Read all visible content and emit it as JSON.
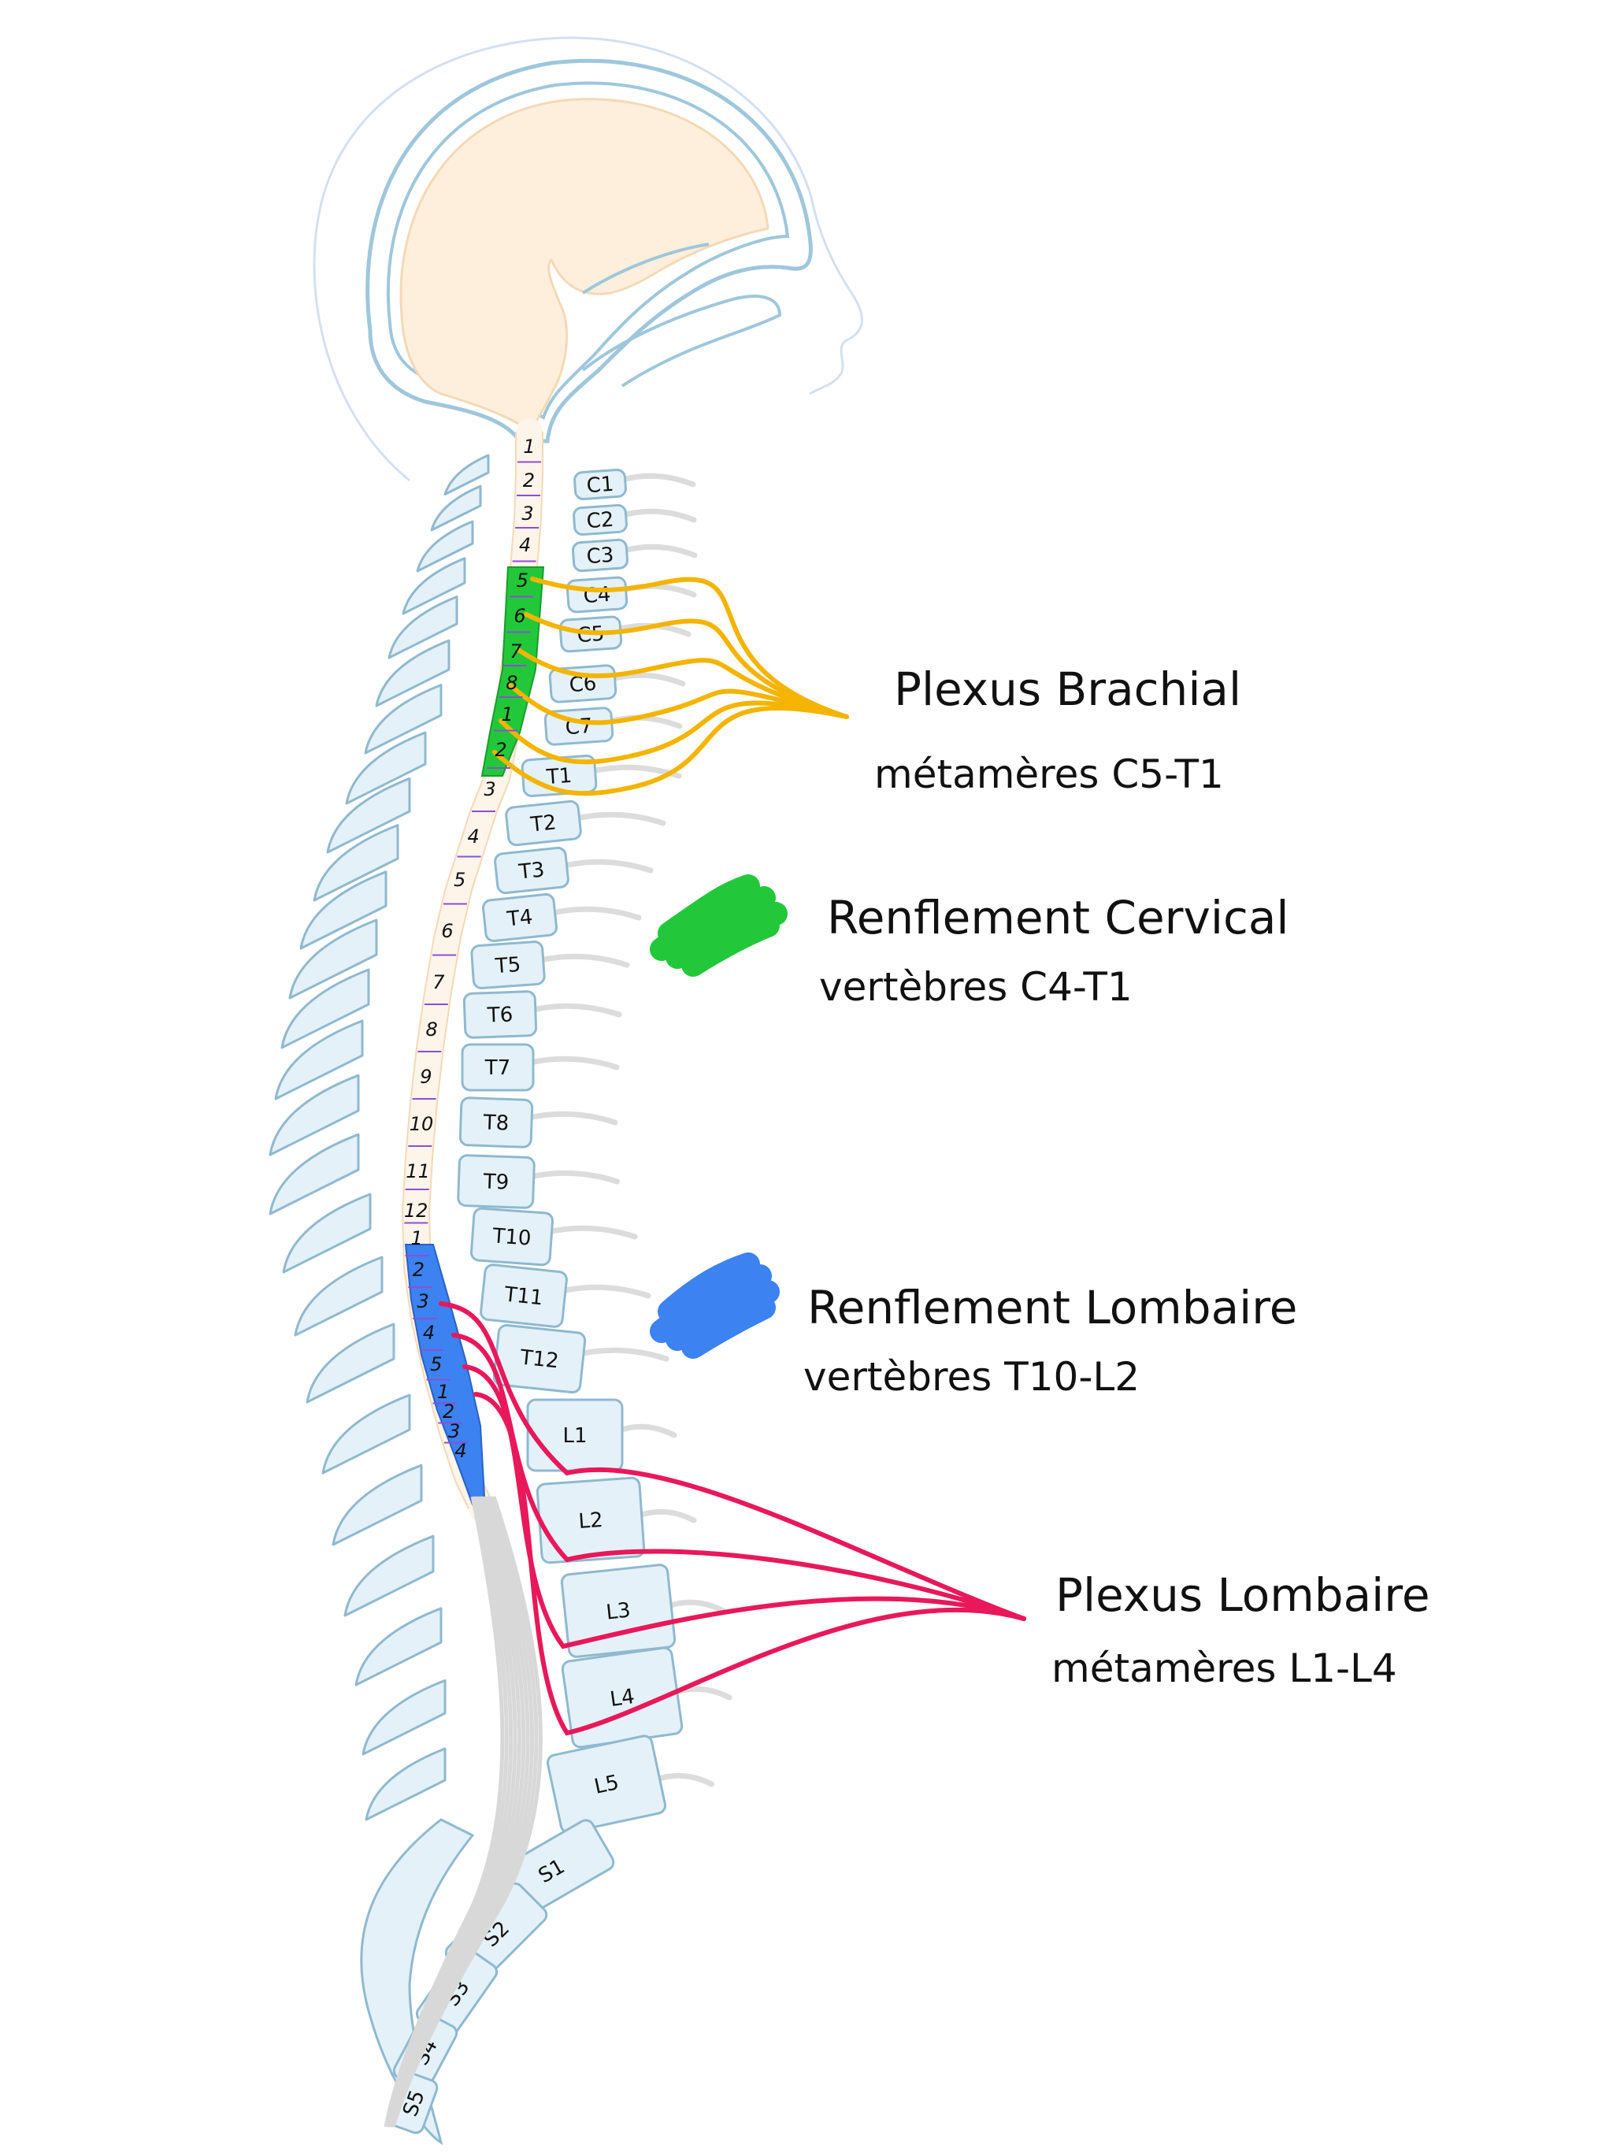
{
  "cord_segments": [
    {
      "label": "1",
      "group": "cervical"
    },
    {
      "label": "2",
      "group": "cervical"
    },
    {
      "label": "3",
      "group": "cervical"
    },
    {
      "label": "4",
      "group": "cervical"
    },
    {
      "label": "5",
      "group": "cervical"
    },
    {
      "label": "6",
      "group": "cervical"
    },
    {
      "label": "7",
      "group": "cervical"
    },
    {
      "label": "8",
      "group": "cervical"
    },
    {
      "label": "1",
      "group": "thoracic"
    },
    {
      "label": "2",
      "group": "thoracic"
    },
    {
      "label": "3",
      "group": "thoracic"
    },
    {
      "label": "4",
      "group": "thoracic"
    },
    {
      "label": "5",
      "group": "thoracic"
    },
    {
      "label": "6",
      "group": "thoracic"
    },
    {
      "label": "7",
      "group": "thoracic"
    },
    {
      "label": "8",
      "group": "thoracic"
    },
    {
      "label": "9",
      "group": "thoracic"
    },
    {
      "label": "10",
      "group": "thoracic"
    },
    {
      "label": "11",
      "group": "thoracic"
    },
    {
      "label": "12",
      "group": "thoracic"
    },
    {
      "label": "1",
      "group": "lumbar"
    },
    {
      "label": "2",
      "group": "lumbar"
    },
    {
      "label": "3",
      "group": "lumbar"
    },
    {
      "label": "4",
      "group": "lumbar"
    },
    {
      "label": "5",
      "group": "lumbar"
    },
    {
      "label": "1",
      "group": "sacral"
    },
    {
      "label": "2",
      "group": "sacral"
    },
    {
      "label": "3",
      "group": "sacral"
    },
    {
      "label": "4",
      "group": "sacral"
    }
  ],
  "vertebrae": [
    "C1",
    "C2",
    "C3",
    "C4",
    "C5",
    "C6",
    "C7",
    "T1",
    "T2",
    "T3",
    "T4",
    "T5",
    "T6",
    "T7",
    "T8",
    "T9",
    "T10",
    "T11",
    "T12",
    "L1",
    "L2",
    "L3",
    "L4",
    "L5",
    "S1",
    "S2",
    "S3",
    "S4",
    "S5"
  ],
  "callouts": {
    "plexus_brachial": {
      "title": "Plexus Brachial",
      "subtitle": "métamères C5-T1"
    },
    "renflement_cervical": {
      "title": "Renflement Cervical",
      "subtitle": "vertèbres C4-T1"
    },
    "renflement_lombaire": {
      "title": "Renflement Lombaire",
      "subtitle": "vertèbres T10-L2"
    },
    "plexus_lombaire": {
      "title": "Plexus Lombaire",
      "subtitle": "métamères L1-L4"
    }
  },
  "colors": {
    "cervical_enlargement": "#22c83a",
    "lumbar_enlargement": "#3c82f0",
    "brachial_plexus": "#f4b400",
    "lumbar_plexus": "#e8185a",
    "bone_fill": "#e4f1f8",
    "bone_stroke": "#8fb9cf",
    "brain_fill": "#fdefdc",
    "cord_fill": "#fdf4ea",
    "segment_tick": "#8a4fd6",
    "rib": "#dcdcdc"
  }
}
